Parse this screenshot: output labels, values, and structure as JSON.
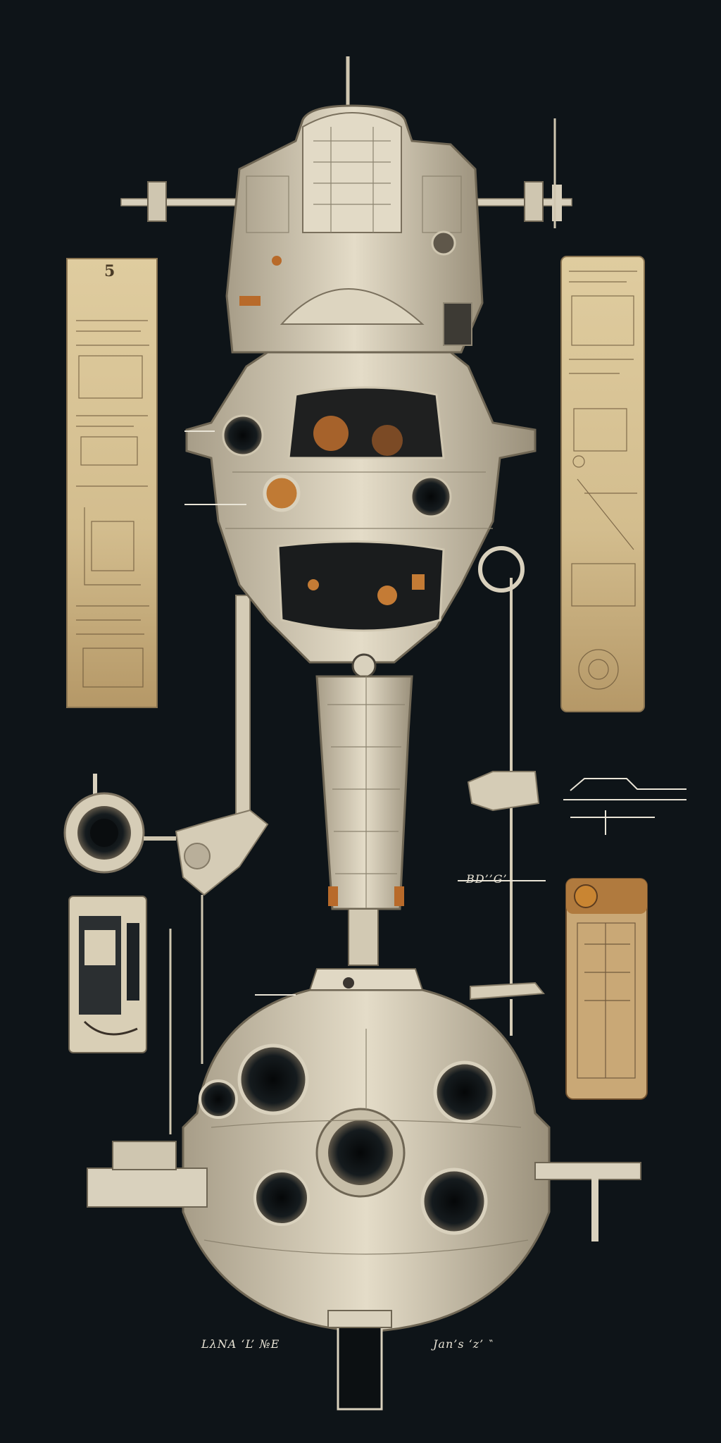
{
  "artwork": {
    "palette": {
      "background": "#0e1418",
      "hull": "#d9d1bd",
      "hull_shadow": "#8f8673",
      "parchment": "#d8c49a",
      "parchment_dark": "#b89c6a",
      "rust": "#b86a2a",
      "ink": "#4a3b26",
      "chalk": "#e9e4d6"
    },
    "panel_glyphs": {
      "left_panel": "5"
    },
    "annotations": {
      "mid_right": "BD’’G’ ",
      "bottom_left": "LλNA  ‘L’ №E",
      "bottom_right": "Jan’s ‘z’ ‶"
    }
  }
}
